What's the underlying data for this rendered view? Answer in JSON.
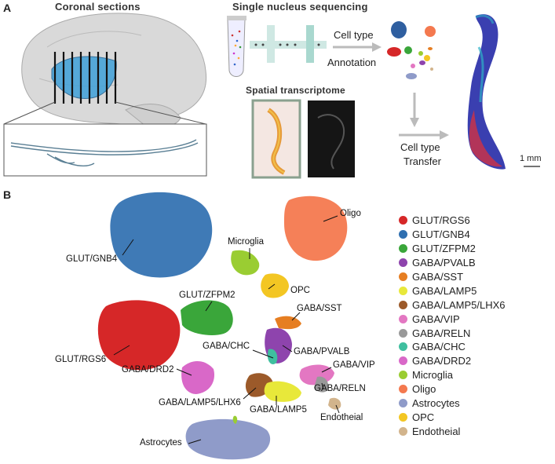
{
  "panel_a": {
    "letter": "A",
    "coronal_title": "Coronal sections",
    "sequencing_title": "Single nucleus sequencing",
    "cell_type_annotation_line1": "Cell type",
    "cell_type_annotation_line2": "Annotation",
    "spatial_title": "Spatial transcriptome",
    "cell_type_transfer_line1": "Cell type",
    "cell_type_transfer_line2": "Transfer",
    "scale_bar": "1 mm"
  },
  "panel_b": {
    "letter": "B",
    "cluster_labels": {
      "oligo": "Oligo",
      "glut_gnb4": "GLUT/GNB4",
      "microglia": "Microglia",
      "opc": "OPC",
      "glut_zfpm2": "GLUT/ZFPM2",
      "gaba_sst": "GABA/SST",
      "glut_rgs6": "GLUT/RGS6",
      "gaba_chc": "GABA/CHC",
      "gaba_pvalb": "GABA/PVALB",
      "gaba_vip": "GABA/VIP",
      "gaba_drd2": "GABA/DRD2",
      "gaba_reln": "GABA/RELN",
      "gaba_lamp5_lhx6": "GABA/LAMP5/LHX6",
      "gaba_lamp5": "GABA/LAMP5",
      "endotheial": "Endotheial",
      "astrocytes": "Astrocytes"
    },
    "legend": [
      {
        "label": "GLUT/RGS6",
        "color": "#d62728"
      },
      {
        "label": "GLUT/GNB4",
        "color": "#2f6fb0"
      },
      {
        "label": "GLUT/ZFPM2",
        "color": "#3aa63a"
      },
      {
        "label": "GABA/PVALB",
        "color": "#8e44ad"
      },
      {
        "label": "GABA/SST",
        "color": "#e67e22"
      },
      {
        "label": "GABA/LAMP5",
        "color": "#e8e83a"
      },
      {
        "label": "GABA/LAMP5/LHX6",
        "color": "#9c5a2a"
      },
      {
        "label": "GABA/VIP",
        "color": "#e377c2"
      },
      {
        "label": "GABA/RELN",
        "color": "#999999"
      },
      {
        "label": "GABA/CHC",
        "color": "#3fbf9f"
      },
      {
        "label": "GABA/DRD2",
        "color": "#d968c8"
      },
      {
        "label": "Microglia",
        "color": "#9acd32"
      },
      {
        "label": "Oligo",
        "color": "#f4794f"
      },
      {
        "label": "Astrocytes",
        "color": "#8f9bc9"
      },
      {
        "label": "OPC",
        "color": "#f3c623"
      },
      {
        "label": "Endotheial",
        "color": "#d2b48c"
      }
    ]
  }
}
